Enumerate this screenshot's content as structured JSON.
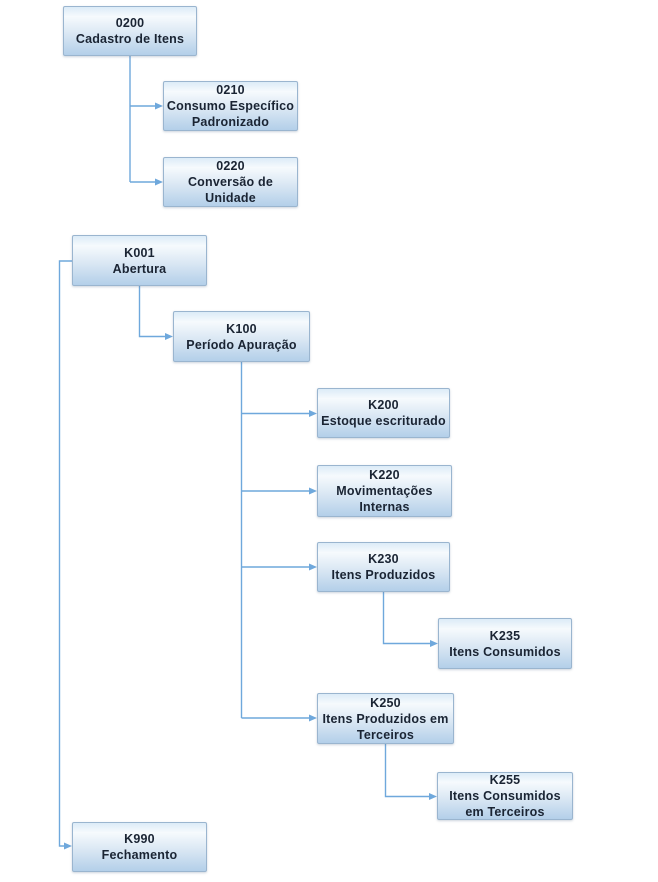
{
  "colors": {
    "connector": "#6fa8dc",
    "box_border": "#9ab5cf",
    "box_top": "#dcebf7",
    "box_mid": "#f6fafd",
    "box_bottom": "#b3cfe9",
    "text": "#1a2433",
    "background": "#ffffff"
  },
  "nodes": [
    {
      "id": "0200",
      "code": "0200",
      "name": "Cadastro de Itens",
      "lines": [
        "0200",
        "Cadastro de Itens"
      ]
    },
    {
      "id": "0210",
      "code": "0210",
      "name": "Consumo Específico Padronizado",
      "lines": [
        "0210",
        "Consumo Específico",
        "Padronizado"
      ]
    },
    {
      "id": "0220",
      "code": "0220",
      "name": "Conversão de Unidade",
      "lines": [
        "0220",
        "Conversão de",
        "Unidade"
      ]
    },
    {
      "id": "K001",
      "code": "K001",
      "name": "Abertura",
      "lines": [
        "K001",
        "Abertura"
      ]
    },
    {
      "id": "K100",
      "code": "K100",
      "name": "Período Apuração",
      "lines": [
        "K100",
        "Período Apuração"
      ]
    },
    {
      "id": "K200",
      "code": "K200",
      "name": "Estoque escriturado",
      "lines": [
        "K200",
        "Estoque escriturado"
      ]
    },
    {
      "id": "K220",
      "code": "K220",
      "name": "Movimentações Internas",
      "lines": [
        "K220",
        "Movimentações",
        "Internas"
      ]
    },
    {
      "id": "K230",
      "code": "K230",
      "name": "Itens Produzidos",
      "lines": [
        "K230",
        "Itens Produzidos"
      ]
    },
    {
      "id": "K235",
      "code": "K235",
      "name": "Itens Consumidos",
      "lines": [
        "K235",
        "Itens Consumidos"
      ]
    },
    {
      "id": "K250",
      "code": "K250",
      "name": "Itens Produzidos em Terceiros",
      "lines": [
        "K250",
        "Itens Produzidos em",
        "Terceiros"
      ]
    },
    {
      "id": "K255",
      "code": "K255",
      "name": "Itens Consumidos em Terceiros",
      "lines": [
        "K255",
        "Itens Consumidos",
        "em Terceiros"
      ]
    },
    {
      "id": "K990",
      "code": "K990",
      "name": "Fechamento",
      "lines": [
        "K990",
        "Fechamento"
      ]
    }
  ],
  "edges": [
    {
      "from": "0200",
      "to": "0210"
    },
    {
      "from": "0200",
      "to": "0220"
    },
    {
      "from": "K001",
      "to": "K100"
    },
    {
      "from": "K001",
      "to": "K990"
    },
    {
      "from": "K100",
      "to": "K200"
    },
    {
      "from": "K100",
      "to": "K220"
    },
    {
      "from": "K100",
      "to": "K230"
    },
    {
      "from": "K230",
      "to": "K235"
    },
    {
      "from": "K100",
      "to": "K250"
    },
    {
      "from": "K250",
      "to": "K255"
    }
  ]
}
